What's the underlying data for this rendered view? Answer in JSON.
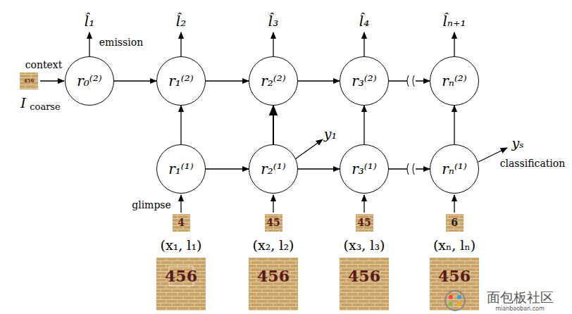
{
  "diagram": {
    "nodes": [
      {
        "text": [
          "r₀⁽²⁾"
        ]
      },
      {
        "text": [
          "r₁⁽²⁾"
        ]
      },
      {
        "text": [
          "r₂⁽²⁾"
        ]
      },
      {
        "text": [
          "r₃⁽²⁾"
        ]
      },
      {
        "text": [
          "rₙ⁽²⁾"
        ]
      },
      {
        "text": [
          "r₁⁽¹⁾"
        ]
      },
      {
        "text": [
          "r₂⁽¹⁾"
        ]
      },
      {
        "text": [
          "r₃⁽¹⁾"
        ]
      },
      {
        "text": [
          "rₙ⁽¹⁾"
        ]
      }
    ],
    "edges": [
      {
        "from": 0,
        "to": 1,
        "arrow": "to"
      },
      {
        "from": 1,
        "to": 2,
        "arrow": "to"
      },
      {
        "from": 2,
        "to": 3,
        "arrow": "to"
      },
      {
        "from": 3,
        "to": 4,
        "arrow": "to"
      },
      {
        "from": 5,
        "to": 1,
        "arrow": "to"
      },
      {
        "from": 6,
        "to": 2,
        "arrow": "to"
      },
      {
        "from": 7,
        "to": 3,
        "arrow": "to"
      },
      {
        "from": 8,
        "to": 4,
        "arrow": "to"
      },
      {
        "from": 5,
        "to": 6,
        "arrow": "to"
      },
      {
        "from": 6,
        "to": 7,
        "arrow": "to"
      },
      {
        "from": 7,
        "to": 8,
        "arrow": "to"
      }
    ],
    "labels": [
      "l̂₁",
      "l̂₂",
      "l̂₃",
      "l̂₄",
      "l̂ₙ₊₁",
      "emission",
      "context",
      "456",
      "I",
      "coarse",
      "y₁",
      "yₛ",
      "classification",
      "glimpse",
      "4",
      "45",
      "45",
      "6",
      "(x₁, l₁)",
      "(x₂, l₂)",
      "(x₃, l₃)",
      "(xₙ, lₙ)",
      "456",
      "456",
      "456",
      "456",
      "面包板社区",
      "mianbaoban.com"
    ]
  }
}
